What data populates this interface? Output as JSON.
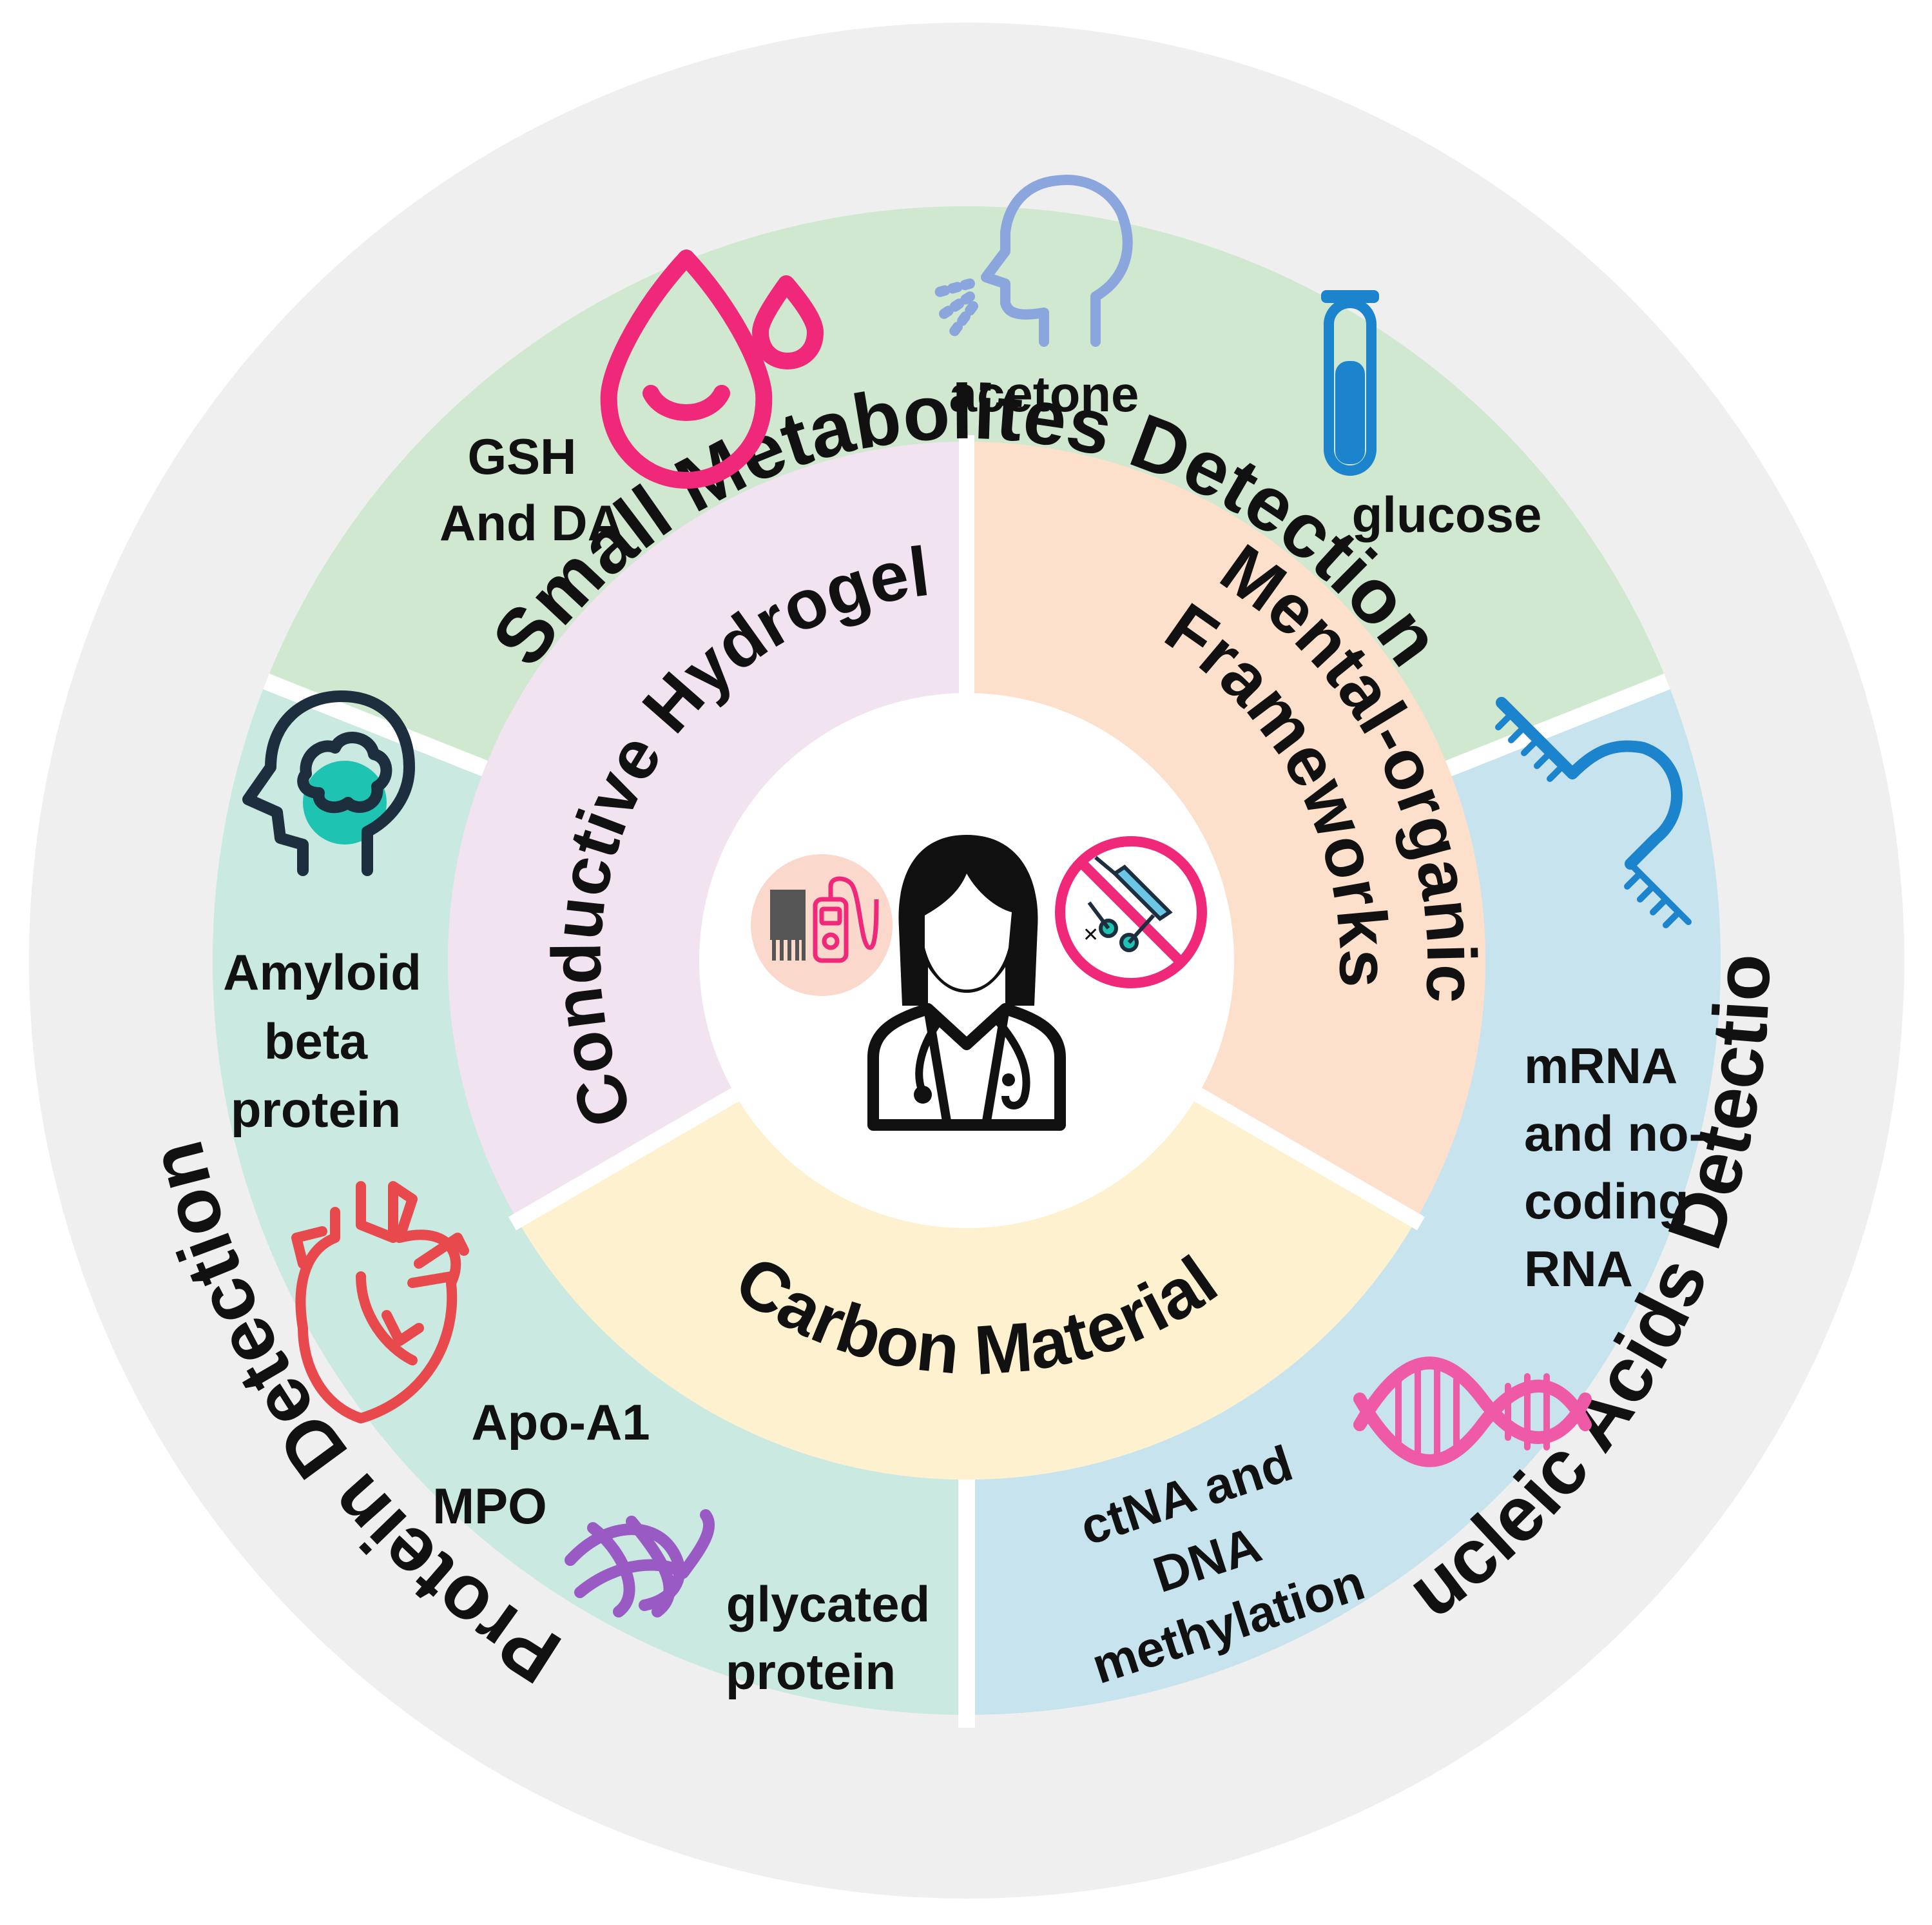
{
  "outer_ring": {
    "top": "Small Metabolites Detection",
    "left": "Protein Detection",
    "right": "Nucleic Acids Detection"
  },
  "materials": {
    "hydrogel": "Conductive Hydrogel",
    "mof_line1": "Mental-organic",
    "mof_line2": "Frameworks",
    "carbon": "Carbon Material"
  },
  "labels": {
    "gsh_line1": "GSH",
    "gsh_line2": "And DA",
    "acetone": "acetone",
    "glucose": "glucose",
    "amyloid_line1": "Amyloid",
    "amyloid_line2": "beta",
    "amyloid_line3": "protein",
    "apo": "Apo-A1",
    "mpo": "MPO",
    "glycated_line1": "glycated",
    "glycated_line2": "protein",
    "mrna_line1": "mRNA",
    "mrna_line2": "and no-",
    "mrna_line3": "coding",
    "mrna_line4": "RNA",
    "ctna_line1": "ctNA and",
    "ctna_line2": "DNA",
    "ctna_line3": "methylation"
  },
  "icons": {
    "blood_drop": "blood-drops-icon",
    "breath": "breathing-head-icon",
    "test_tube": "test-tube-icon",
    "brain": "brain-head-icon",
    "heart": "heart-icon",
    "protein": "protein-ribbon-icon",
    "rna": "rna-strand-icon",
    "dna": "dna-helix-icon",
    "doctor": "doctor-icon",
    "device": "wearable-sensor-icon",
    "no_surgery": "no-surgery-icon"
  },
  "colors": {
    "outer_ring": "#efefef",
    "metabolites": "#cfe8cf",
    "protein": "#c9e9e1",
    "nucleic": "#c6e3ee",
    "hydrogel": "#f1e3ef",
    "mof": "#fde0cc",
    "carbon": "#fef1cf",
    "center": "#ffffff",
    "pink": "#f0287a",
    "blue_icon": "#1b84cc",
    "lavender": "#8aa6dc",
    "dark": "#1d2e3e",
    "teal": "#1fc3b2",
    "red": "#e8494c",
    "purple": "#9a5ac3"
  }
}
